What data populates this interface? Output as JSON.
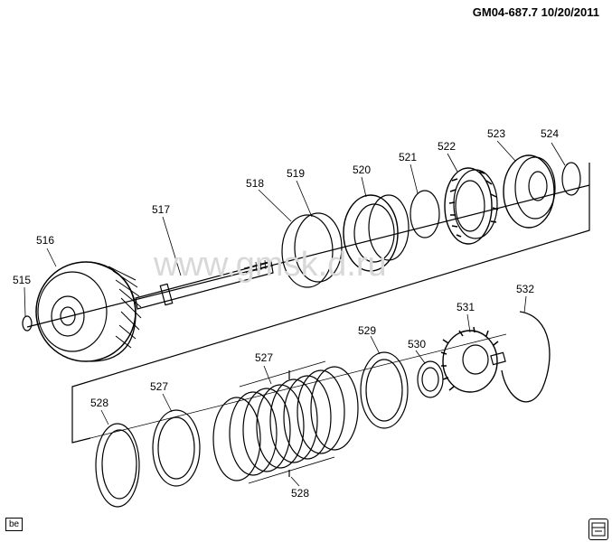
{
  "header": {
    "diagram_id": "GM04-687.7",
    "date": "10/20/2011"
  },
  "watermark": "www.gmsk.d.ru",
  "badge": "be",
  "callouts": {
    "c515": "515",
    "c516": "516",
    "c517": "517",
    "c518": "518",
    "c519": "519",
    "c520": "520",
    "c521": "521",
    "c522": "522",
    "c523": "523",
    "c524": "524",
    "c527a": "527",
    "c527b": "527",
    "c528a": "528",
    "c528b": "528",
    "c529": "529",
    "c530": "530",
    "c531": "531",
    "c532": "532"
  }
}
